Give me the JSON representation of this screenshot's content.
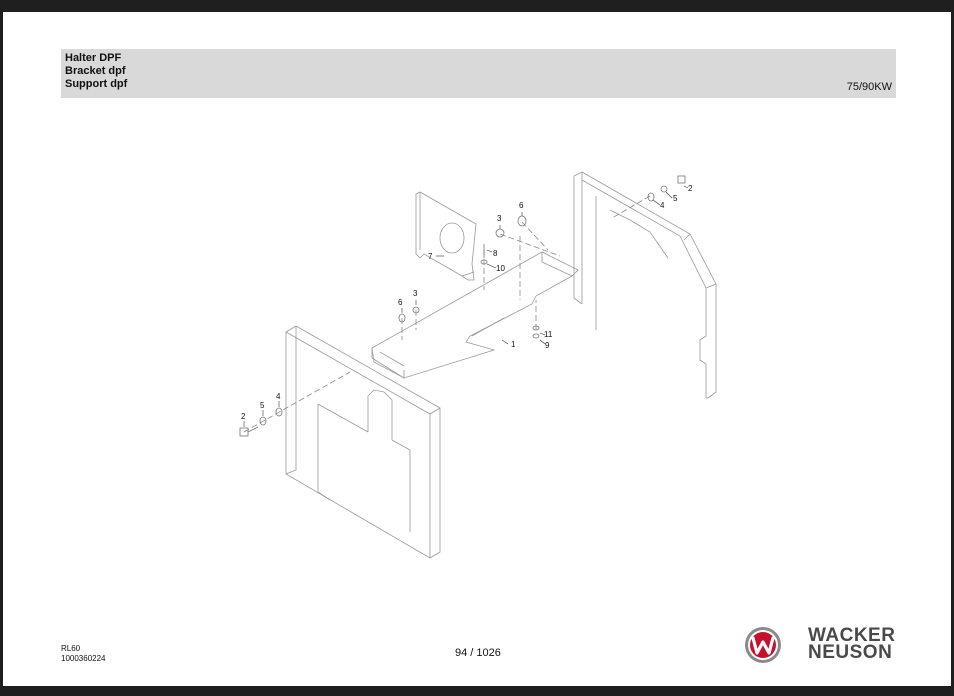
{
  "header": {
    "title_de": "Halter DPF",
    "title_en": "Bracket dpf",
    "title_fr": "Support dpf",
    "power": "75/90KW"
  },
  "diagram": {
    "callouts": [
      {
        "id": "c2a",
        "text": "2"
      },
      {
        "id": "c5a",
        "text": "5"
      },
      {
        "id": "c4a",
        "text": "4"
      },
      {
        "id": "c3a",
        "text": "3"
      },
      {
        "id": "c6a",
        "text": "6"
      },
      {
        "id": "c8",
        "text": "8"
      },
      {
        "id": "c10",
        "text": "10"
      },
      {
        "id": "c7",
        "text": "7"
      },
      {
        "id": "c6b",
        "text": "6"
      },
      {
        "id": "c3b",
        "text": "3"
      },
      {
        "id": "c11",
        "text": "11"
      },
      {
        "id": "c9",
        "text": "9"
      },
      {
        "id": "c1",
        "text": "1"
      },
      {
        "id": "c4b",
        "text": "4"
      },
      {
        "id": "c5b",
        "text": "5"
      },
      {
        "id": "c2b",
        "text": "2"
      }
    ]
  },
  "footer": {
    "model": "RL60",
    "part_number": "1000360224",
    "page": "94 / 1026"
  },
  "brand": {
    "line1": "WACKER",
    "line2": "NEUSON",
    "color": "#c8102e"
  }
}
